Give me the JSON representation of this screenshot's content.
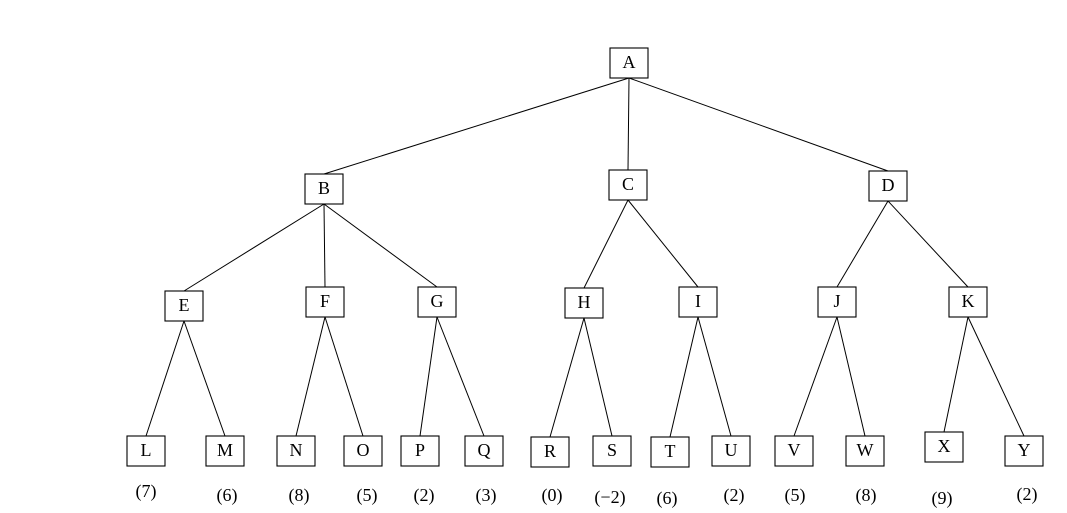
{
  "tree": {
    "nodes": [
      {
        "id": "A",
        "label": "A",
        "parent": null
      },
      {
        "id": "B",
        "label": "B",
        "parent": "A"
      },
      {
        "id": "C",
        "label": "C",
        "parent": "A"
      },
      {
        "id": "D",
        "label": "D",
        "parent": "A"
      },
      {
        "id": "E",
        "label": "E",
        "parent": "B"
      },
      {
        "id": "F",
        "label": "F",
        "parent": "B"
      },
      {
        "id": "G",
        "label": "G",
        "parent": "B"
      },
      {
        "id": "H",
        "label": "H",
        "parent": "C"
      },
      {
        "id": "I",
        "label": "I",
        "parent": "C"
      },
      {
        "id": "J",
        "label": "J",
        "parent": "D"
      },
      {
        "id": "K",
        "label": "K",
        "parent": "D"
      },
      {
        "id": "L",
        "label": "L",
        "parent": "E",
        "value": "(7)"
      },
      {
        "id": "M",
        "label": "M",
        "parent": "E",
        "value": "(6)"
      },
      {
        "id": "N",
        "label": "N",
        "parent": "F",
        "value": "(8)"
      },
      {
        "id": "O",
        "label": "O",
        "parent": "F",
        "value": "(5)"
      },
      {
        "id": "P",
        "label": "P",
        "parent": "G",
        "value": "(2)"
      },
      {
        "id": "Q",
        "label": "Q",
        "parent": "G",
        "value": "(3)"
      },
      {
        "id": "R",
        "label": "R",
        "parent": "H",
        "value": "(0)"
      },
      {
        "id": "S",
        "label": "S",
        "parent": "H",
        "value": "(−2)"
      },
      {
        "id": "T",
        "label": "T",
        "parent": "I",
        "value": "(6)"
      },
      {
        "id": "U",
        "label": "U",
        "parent": "I",
        "value": "(2)"
      },
      {
        "id": "V",
        "label": "V",
        "parent": "J",
        "value": "(5)"
      },
      {
        "id": "W",
        "label": "W",
        "parent": "J",
        "value": "(8)"
      },
      {
        "id": "X",
        "label": "X",
        "parent": "K",
        "value": "(9)"
      },
      {
        "id": "Y",
        "label": "Y",
        "parent": "K",
        "value": "(2)"
      }
    ]
  }
}
